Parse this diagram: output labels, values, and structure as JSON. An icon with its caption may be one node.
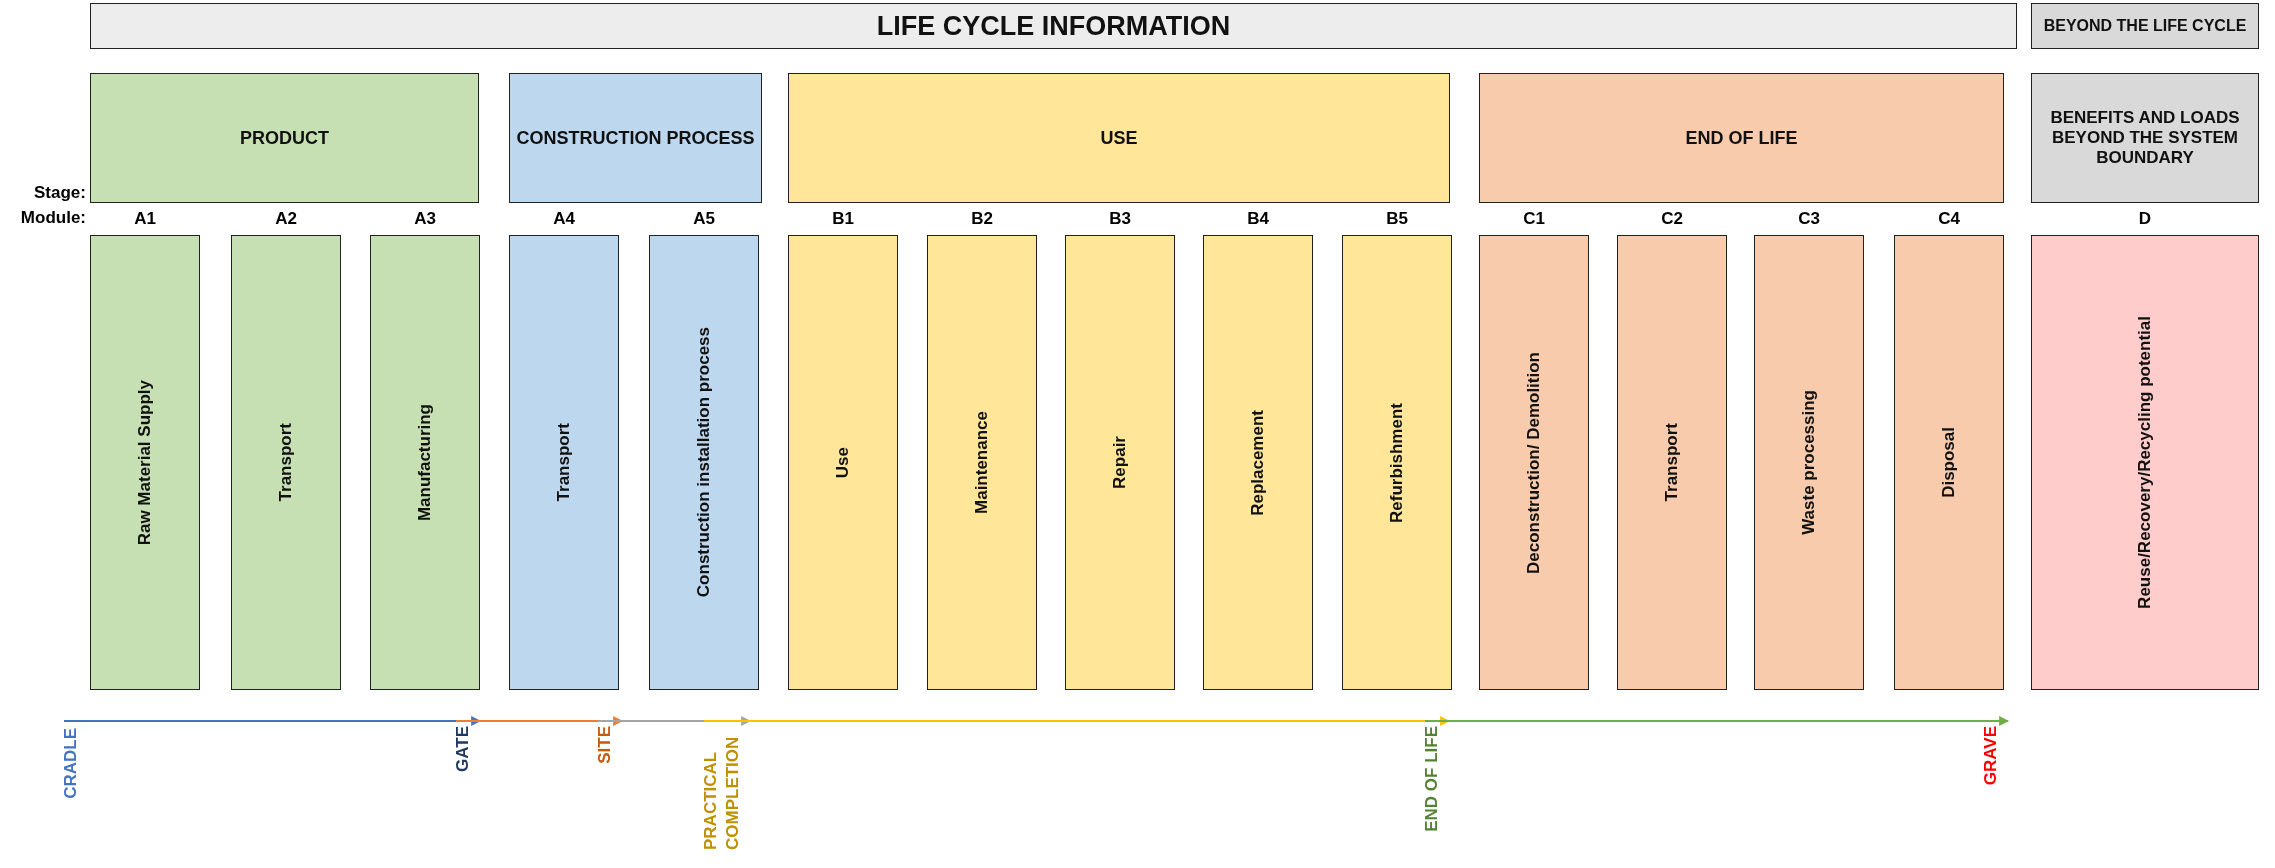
{
  "diagram": {
    "nodes": [
      {
        "text": [
          "LIFE CYCLE INFORMATION"
        ]
      },
      {
        "text": [
          "BEYOND THE LIFE CYCLE"
        ]
      },
      {
        "text": [
          "PRODUCT"
        ]
      },
      {
        "text": [
          "CONSTRUCTION PROCESS"
        ]
      },
      {
        "text": [
          "USE"
        ]
      },
      {
        "text": [
          "END OF LIFE"
        ]
      },
      {
        "text": [
          "BENEFITS AND LOADS BEYOND THE SYSTEM BOUNDARY"
        ]
      },
      {
        "text": [
          "Raw Material Supply"
        ],
        "beside": [
          "A1"
        ]
      },
      {
        "text": [
          "Transport"
        ],
        "beside": [
          "A2"
        ]
      },
      {
        "text": [
          "Manufacturing"
        ],
        "beside": [
          "A3"
        ]
      },
      {
        "text": [
          "Transport"
        ],
        "beside": [
          "A4"
        ]
      },
      {
        "text": [
          "Construction installation process"
        ],
        "beside": [
          "A5"
        ]
      },
      {
        "text": [
          "Use"
        ],
        "beside": [
          "B1"
        ]
      },
      {
        "text": [
          "Maintenance"
        ],
        "beside": [
          "B2"
        ]
      },
      {
        "text": [
          "Repair"
        ],
        "beside": [
          "B3"
        ]
      },
      {
        "text": [
          "Replacement"
        ],
        "beside": [
          "B4"
        ]
      },
      {
        "text": [
          "Refurbishment"
        ],
        "beside": [
          "B5"
        ]
      },
      {
        "text": [
          "Deconstruction/ Demolition"
        ],
        "beside": [
          "C1"
        ]
      },
      {
        "text": [
          "Transport"
        ],
        "beside": [
          "C2"
        ]
      },
      {
        "text": [
          "Waste processing"
        ],
        "beside": [
          "C3"
        ]
      },
      {
        "text": [
          "Disposal"
        ],
        "beside": [
          "C4"
        ]
      },
      {
        "text": [
          "Reuse/Recovery/Recycling potential"
        ],
        "beside": [
          "D"
        ]
      },
      {
        "text": [
          "CRADLE"
        ]
      },
      {
        "text": [
          "GATE"
        ]
      },
      {
        "text": [
          "SITE"
        ]
      },
      {
        "text": [
          "PRACTICAL COMPLETION"
        ]
      },
      {
        "text": [
          "END OF LIFE"
        ]
      },
      {
        "text": [
          "GRAVE"
        ]
      }
    ],
    "edges": [
      {
        "from": 22,
        "to": 23,
        "arrow": "to",
        "color": "#4472c4"
      },
      {
        "from": 23,
        "to": 24,
        "arrow": "to",
        "color": "#ed7d31"
      },
      {
        "from": 24,
        "to": 25,
        "arrow": "to",
        "color": "#a5a5a5"
      },
      {
        "from": 25,
        "to": 26,
        "arrow": "to",
        "color": "#ffc000"
      },
      {
        "from": 26,
        "to": 27,
        "arrow": "to",
        "color": "#70ad47"
      }
    ],
    "labels": [
      "Stage:",
      "Module:"
    ]
  }
}
